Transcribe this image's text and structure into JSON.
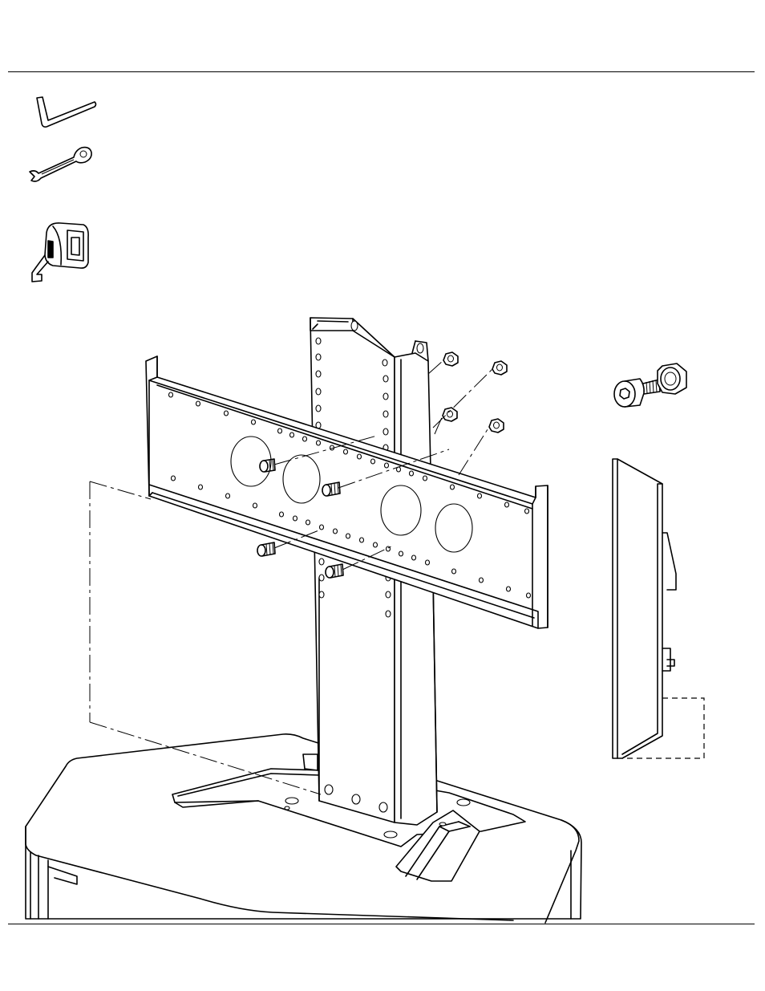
{
  "page": {
    "background": "#ffffff",
    "line_color": "#000000"
  },
  "tools": [
    {
      "name": "hex-key",
      "icon": "allen-key-icon"
    },
    {
      "name": "wrench",
      "icon": "combination-wrench-icon"
    },
    {
      "name": "tape-measure",
      "icon": "tape-measure-icon"
    }
  ],
  "hardware": [
    {
      "name": "socket-cap-screw",
      "icon": "socket-cap-screw-icon"
    },
    {
      "name": "hex-nut",
      "icon": "hex-nut-icon"
    }
  ],
  "assembly": {
    "screw_count": 4,
    "nut_count": 4
  }
}
